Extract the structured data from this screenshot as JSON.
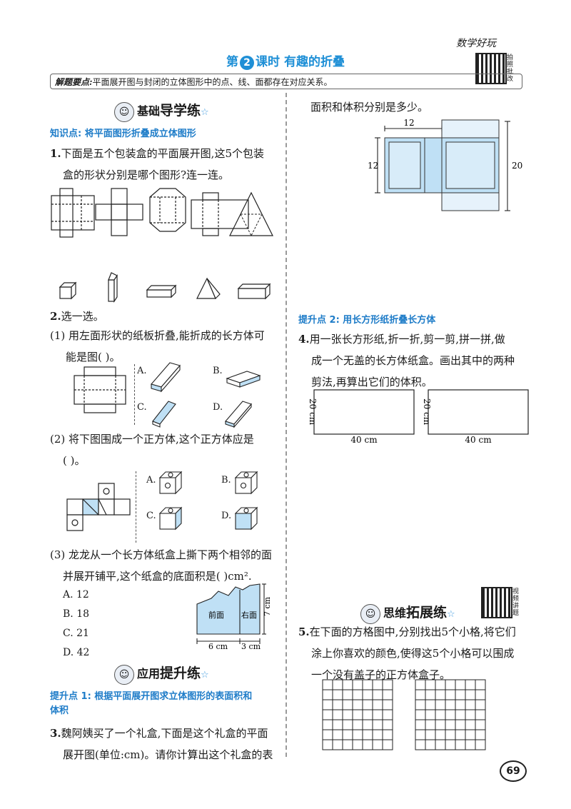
{
  "header": {
    "right_text": "数学好玩",
    "qr_top_label": "拍照批改",
    "lesson_prefix": "第",
    "lesson_num": "2",
    "lesson_title": "课时 有趣的折叠",
    "tip_label": "解题要点:",
    "tip_text": "平面展开图与封闭的立体图形中的点、线、面都存在对应关系。"
  },
  "left": {
    "section1": {
      "small": "基础",
      "big": "导学练"
    },
    "kp1": "知识点: 将平面图形折叠成立体图形",
    "q1_num": "1.",
    "q1_line1": "下面是五个包装盒的平面展开图,这5个包装",
    "q1_line2": "盒的形状分别是哪个图形?连一连。",
    "q2_num": "2.",
    "q2_title": "选一选。",
    "q2_1_line1": "(1) 用左面形状的纸板折叠,能折成的长方体可",
    "q2_1_line2": "能是图(        )。",
    "q2_1_opts": [
      "A.",
      "B.",
      "C.",
      "D."
    ],
    "q2_2_line1": "(2) 将下图围成一个正方体,这个正方体应是",
    "q2_2_line2": "(        )。",
    "q2_2_opts": [
      "A.",
      "B.",
      "C.",
      "D."
    ],
    "q2_3_line1": "(3) 龙龙从一个长方体纸盒上撕下两个相邻的面",
    "q2_3_line2": "并展开铺平,这个纸盒的底面积是(        )cm².",
    "q2_3_choices": [
      "A. 12",
      "B. 18",
      "C. 21",
      "D. 42"
    ],
    "q2_3_fig": {
      "front": "前面",
      "right": "右面",
      "w1": "6 cm",
      "w2": "3 cm",
      "h": "7 cm"
    },
    "section2": {
      "small": "应用",
      "big": "提升练"
    },
    "kp2_line1": "提升点 1: 根据平面展开图求立体图形的表面积和",
    "kp2_line2": "体积",
    "q3_num": "3.",
    "q3_line1": "魏阿姨买了一个礼盒,下面是这个礼盒的平面",
    "q3_line2": "展开图(单位:cm)。请你计算出这个礼盒的表"
  },
  "right": {
    "q3_line3": "面积和体积分别是多少。",
    "gift_fig": {
      "top": "12",
      "left": "12",
      "right": "20"
    },
    "kp3": "提升点 2: 用长方形纸折叠长方体",
    "q4_num": "4.",
    "q4_line1": "用一张长方形纸,折一折,剪一剪,拼一拼,做",
    "q4_line2": "成一个无盖的长方体纸盒。画出其中的两种",
    "q4_line3": "剪法,再算出它们的体积。",
    "rect_labels": {
      "h": "20 cm",
      "w": "40 cm"
    },
    "section3": {
      "small": "思维",
      "big": "拓展练"
    },
    "qr_bottom_label": "视频讲题",
    "q5_num": "5.",
    "q5_line1": "在下面的方格图中,分别找出5个小格,将它们",
    "q5_line2": "涂上你喜欢的颜色,使得这5个小格可以围成",
    "q5_line3": "一个没有盖子的正方体盒子。"
  },
  "page_number": "69",
  "colors": {
    "accent": "#1e8fd6",
    "fill": "#bfe0f5"
  }
}
